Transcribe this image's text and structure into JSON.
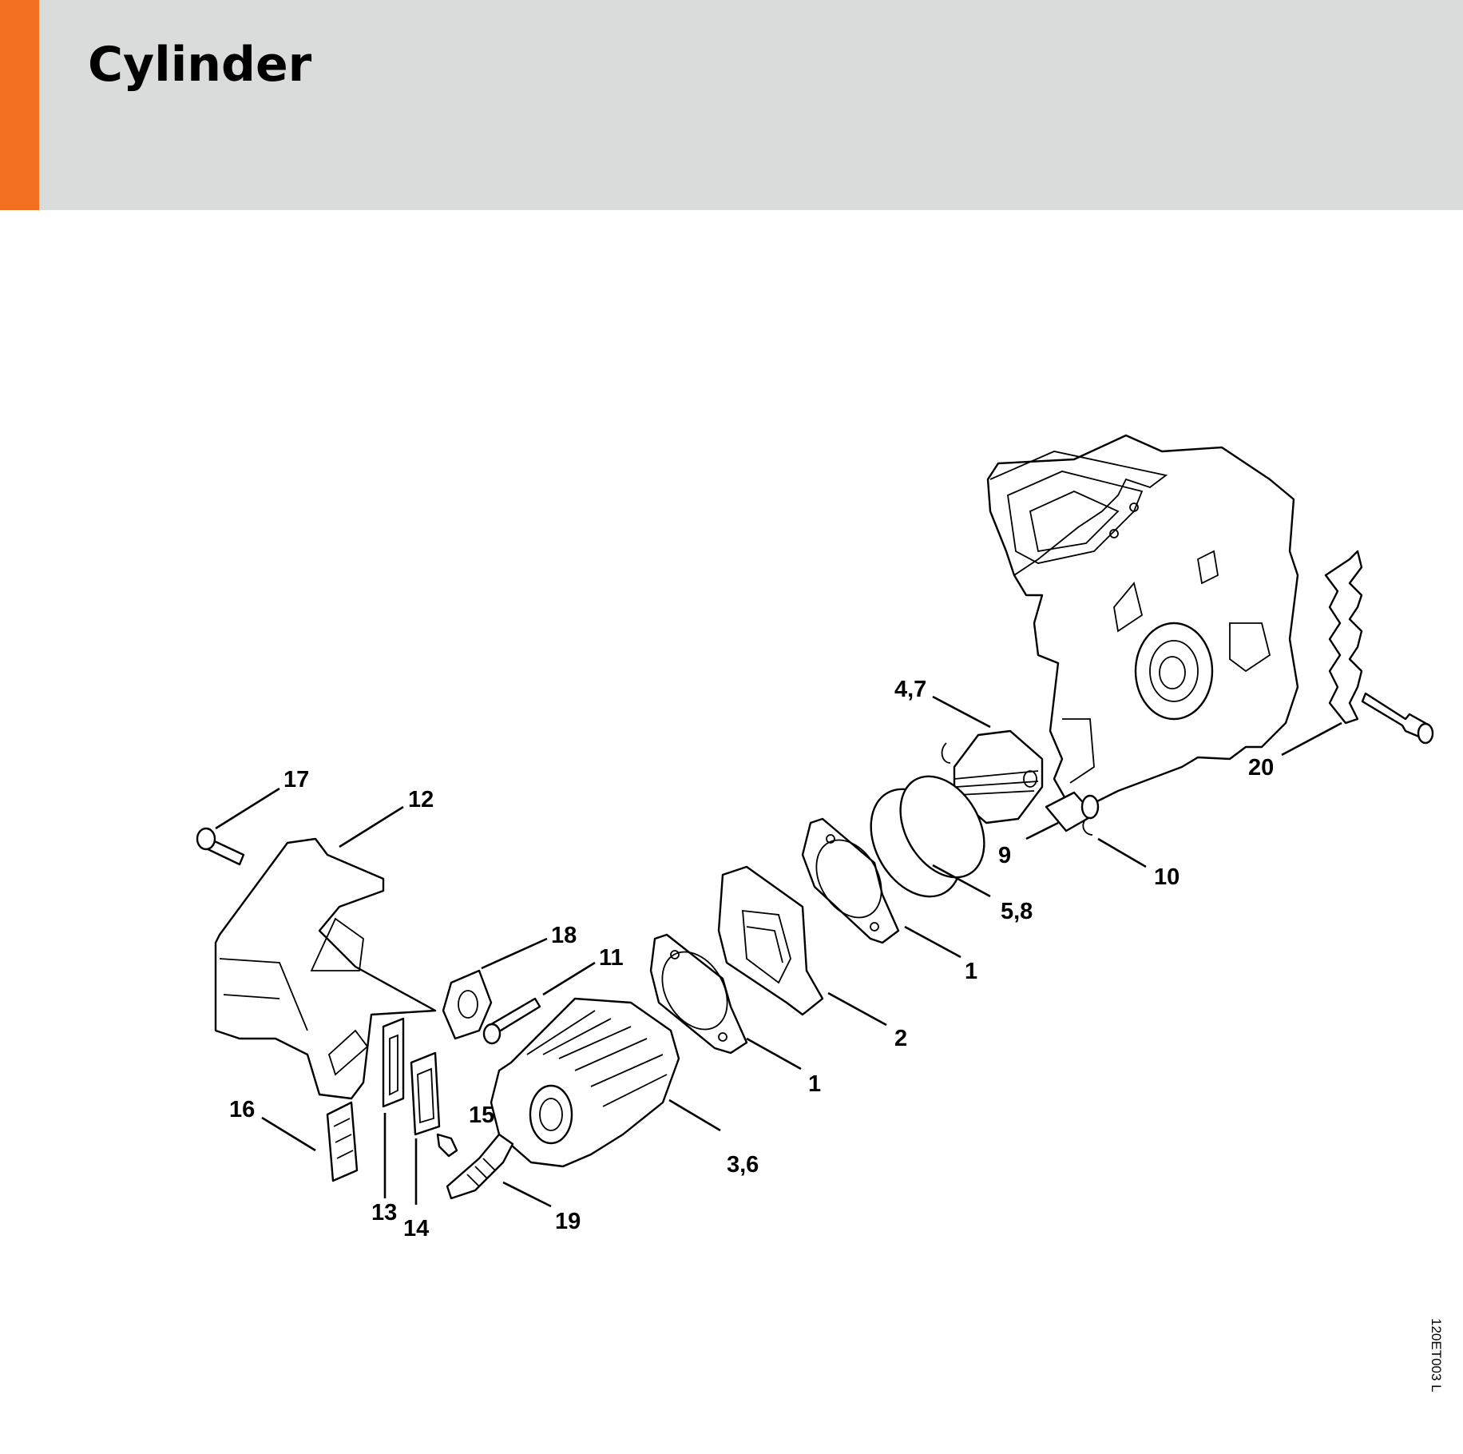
{
  "header": {
    "title": "Cylinder",
    "accent_color": "#f37021",
    "background_color": "#dadcdb"
  },
  "diagram": {
    "drawing_id": "120ET003 L",
    "callouts": [
      {
        "id": "c17",
        "text": "17"
      },
      {
        "id": "c12",
        "text": "12"
      },
      {
        "id": "c18",
        "text": "18"
      },
      {
        "id": "c11",
        "text": "11"
      },
      {
        "id": "c16",
        "text": "16"
      },
      {
        "id": "c15",
        "text": "15"
      },
      {
        "id": "c13",
        "text": "13"
      },
      {
        "id": "c14",
        "text": "14"
      },
      {
        "id": "c19",
        "text": "19"
      },
      {
        "id": "c36",
        "text": "3,6"
      },
      {
        "id": "c1a",
        "text": "1"
      },
      {
        "id": "c2",
        "text": "2"
      },
      {
        "id": "c1b",
        "text": "1"
      },
      {
        "id": "c58",
        "text": "5,8"
      },
      {
        "id": "c47",
        "text": "4,7"
      },
      {
        "id": "c9",
        "text": "9"
      },
      {
        "id": "c10",
        "text": "10"
      },
      {
        "id": "c20",
        "text": "20"
      }
    ]
  }
}
